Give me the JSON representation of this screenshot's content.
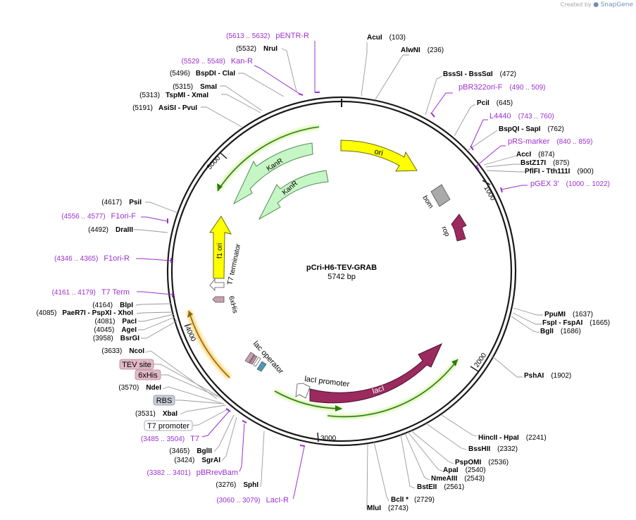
{
  "credit": {
    "prefix": "Created by",
    "brand": "SnapGene"
  },
  "plasmid": {
    "name": "pCri-H6-TEV-GRAB",
    "size": "5742 bp"
  },
  "ticks": [
    "1000",
    "2000",
    "3000",
    "4000",
    "5000"
  ],
  "features": [
    {
      "label": "ori",
      "color": "#ffff00"
    },
    {
      "label": "KanR",
      "color": "#c6f5c6"
    },
    {
      "label": "KanR",
      "color": "#c6f5c6"
    },
    {
      "label": "f1 ori",
      "color": "#ffff00"
    },
    {
      "label": "T7 terminator",
      "color": "#ffffff"
    },
    {
      "label": "6xHis",
      "color": "#c9a0b0"
    },
    {
      "label": "lac operator",
      "color": "#ffffff"
    },
    {
      "label": "lacI promoter",
      "color": "#ffffff"
    },
    {
      "label": "lacI",
      "color": "#9b2a5e"
    },
    {
      "label": "bom",
      "color": "#aaaaaa"
    },
    {
      "label": "rop",
      "color": "#9b2a5e"
    }
  ],
  "sites": [
    {
      "name": "AcuI",
      "pos": "(103)"
    },
    {
      "name": "AlwNI",
      "pos": "(236)"
    },
    {
      "name": "BssSI  -  BssSαI",
      "pos": "(472)"
    },
    {
      "name": "PciI",
      "pos": "(645)"
    },
    {
      "name": "BspQI  -  SapI",
      "pos": "(762)"
    },
    {
      "name": "AccI",
      "pos": "(874)"
    },
    {
      "name": "BstZ17I",
      "pos": "(875)"
    },
    {
      "name": "PflFI  -  Tth111I",
      "pos": "(900)"
    },
    {
      "name": "PpuMI",
      "pos": "(1637)"
    },
    {
      "name": "FspI  -  FspAI",
      "pos": "(1665)"
    },
    {
      "name": "BglI",
      "pos": "(1686)"
    },
    {
      "name": "PshAI",
      "pos": "(1902)"
    },
    {
      "name": "HincII  -  HpaI",
      "pos": "(2241)"
    },
    {
      "name": "BssHII",
      "pos": "(2332)"
    },
    {
      "name": "PspOMI",
      "pos": "(2536)"
    },
    {
      "name": "ApaI",
      "pos": "(2540)"
    },
    {
      "name": "NmeAIII",
      "pos": "(2543)"
    },
    {
      "name": "BstEII",
      "pos": "(2561)"
    },
    {
      "name": "BclI *",
      "pos": "(2729)"
    },
    {
      "name": "MluI",
      "pos": "(2743)"
    },
    {
      "name": "SphI",
      "pos": "(3276)"
    },
    {
      "name": "SgrAI",
      "pos": "(3424)"
    },
    {
      "name": "BglII",
      "pos": "(3465)"
    },
    {
      "name": "XbaI",
      "pos": "(3531)"
    },
    {
      "name": "NdeI",
      "pos": "(3570)"
    },
    {
      "name": "NcoI",
      "pos": "(3633)"
    },
    {
      "name": "BsrGI",
      "pos": "(3958)"
    },
    {
      "name": "AgeI",
      "pos": "(4045)"
    },
    {
      "name": "PacI",
      "pos": "(4081)"
    },
    {
      "name": "PaeR7I  -  PspXI  -  XhoI",
      "pos": "(4085)"
    },
    {
      "name": "BlpI",
      "pos": "(4164)"
    },
    {
      "name": "DraIII",
      "pos": "(4492)"
    },
    {
      "name": "PsiI",
      "pos": "(4617)"
    },
    {
      "name": "AsiSI  -  PvuI",
      "pos": "(5191)"
    },
    {
      "name": "TspMI  -  XmaI",
      "pos": "(5313)"
    },
    {
      "name": "SmaI",
      "pos": "(5315)"
    },
    {
      "name": "BspDI  -  ClaI",
      "pos": "(5496)"
    },
    {
      "name": "NruI",
      "pos": "(5532)"
    }
  ],
  "primers": [
    {
      "name": "pENTR-R",
      "range": "(5613 .. 5632)"
    },
    {
      "name": "Kan-R",
      "range": "(5529 .. 5548)"
    },
    {
      "name": "pBR322ori-F",
      "range": "(490 .. 509)"
    },
    {
      "name": "L4440",
      "range": "(743 .. 760)"
    },
    {
      "name": "pRS-marker",
      "range": "(840 .. 859)"
    },
    {
      "name": "pGEX 3'",
      "range": "(1000 .. 1022)"
    },
    {
      "name": "F1ori-F",
      "range": "(4556 .. 4577)"
    },
    {
      "name": "F1ori-R",
      "range": "(4346 .. 4365)"
    },
    {
      "name": "T7 Term",
      "range": "(4161 .. 4179)"
    },
    {
      "name": "T7",
      "range": "(3485 .. 3504)"
    },
    {
      "name": "pBRrevBam",
      "range": "(3382 .. 3401)"
    },
    {
      "name": "LacI-R",
      "range": "(3060 .. 3079)"
    }
  ],
  "badges": [
    {
      "label": "TEV site",
      "color": "#e0b8c6"
    },
    {
      "label": "6xHis",
      "color": "#e0b8c6"
    },
    {
      "label": "RBS",
      "color": "#c8ccd6"
    },
    {
      "label": "T7 promoter",
      "color": "#ffffff"
    }
  ],
  "colors": {
    "backbone": "#1a1a1a",
    "primer": "#9b30d0",
    "leader": "#9a9a9a",
    "label": "#000000"
  }
}
